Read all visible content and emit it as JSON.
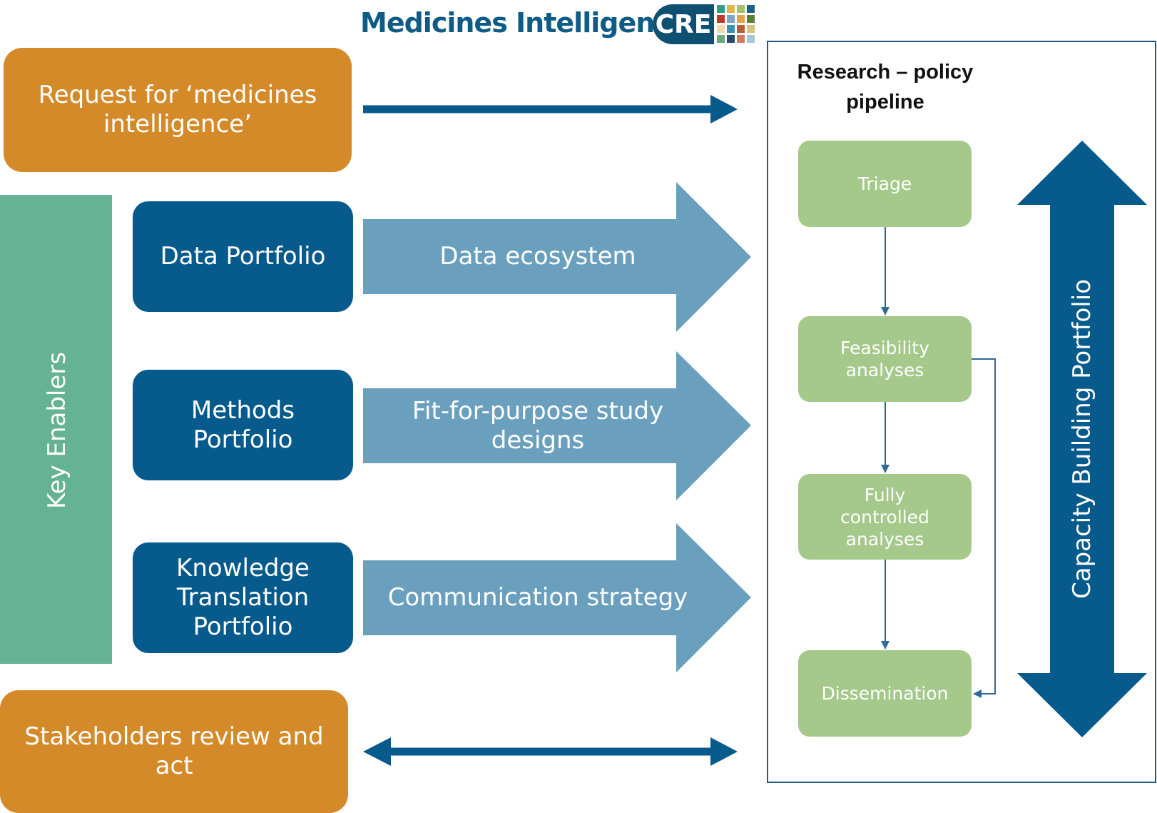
{
  "logo": {
    "text": "Medicines Intelligence",
    "badge": "CRE",
    "mosaic_colors": [
      "#2e9e8a",
      "#e0b84a",
      "#9fc36b",
      "#1e5f8a",
      "#c0392b",
      "#7fa6c4",
      "#e3a34a",
      "#5b7f3a",
      "#f0d9b5",
      "#3a8fb7",
      "#b45f3a",
      "#d9c27a",
      "#6aa87e",
      "#264b6e",
      "#cf7d5a",
      "#a5c8d8"
    ]
  },
  "request": {
    "label": "Request for ‘medicines intelligence’"
  },
  "stakeholders": {
    "label": "Stakeholders review and act"
  },
  "key_enablers": {
    "label": "Key Enablers"
  },
  "portfolios": [
    {
      "label": "Data Portfolio",
      "arrow_label": "Data ecosystem"
    },
    {
      "label": "Methods Portfolio",
      "arrow_label": "Fit-for-purpose study designs"
    },
    {
      "label": "Knowledge Translation Portfolio",
      "arrow_label": "Communication strategy"
    }
  ],
  "pipeline": {
    "title": "Research – policy pipeline",
    "steps": [
      "Triage",
      "Feasibility analyses",
      "Fully controlled analyses",
      "Dissemination"
    ]
  },
  "capacity": {
    "label": "Capacity Building Portfolio"
  },
  "colors": {
    "orange": "#d48a28",
    "dark_blue": "#065a8c",
    "light_blue_arrow": "#6a9fbe",
    "teal": "#65b294",
    "green": "#a4c98a"
  }
}
